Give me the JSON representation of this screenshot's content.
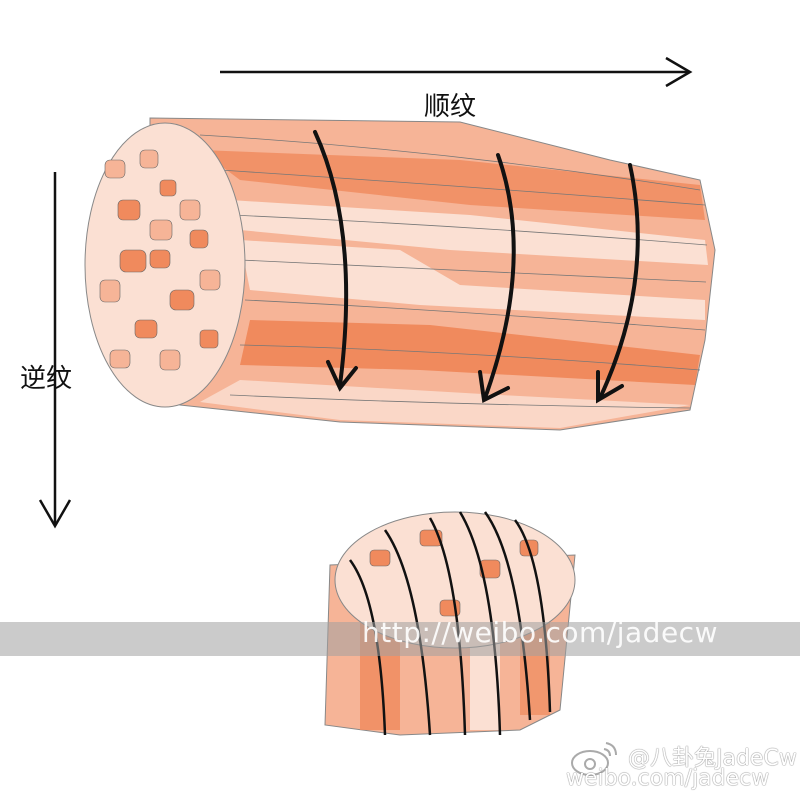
{
  "labels": {
    "along_grain": "顺纹",
    "against_grain": "逆纹"
  },
  "watermark": {
    "banner_url": "http://weibo.com/jadecw",
    "handle": "@八卦兔JadeCw",
    "url": "weibo.com/jadecw"
  },
  "colors": {
    "meat_dark": "#f08a5d",
    "meat_mid": "#f6b497",
    "meat_light": "#fbe0d3",
    "arrow": "#111111"
  }
}
